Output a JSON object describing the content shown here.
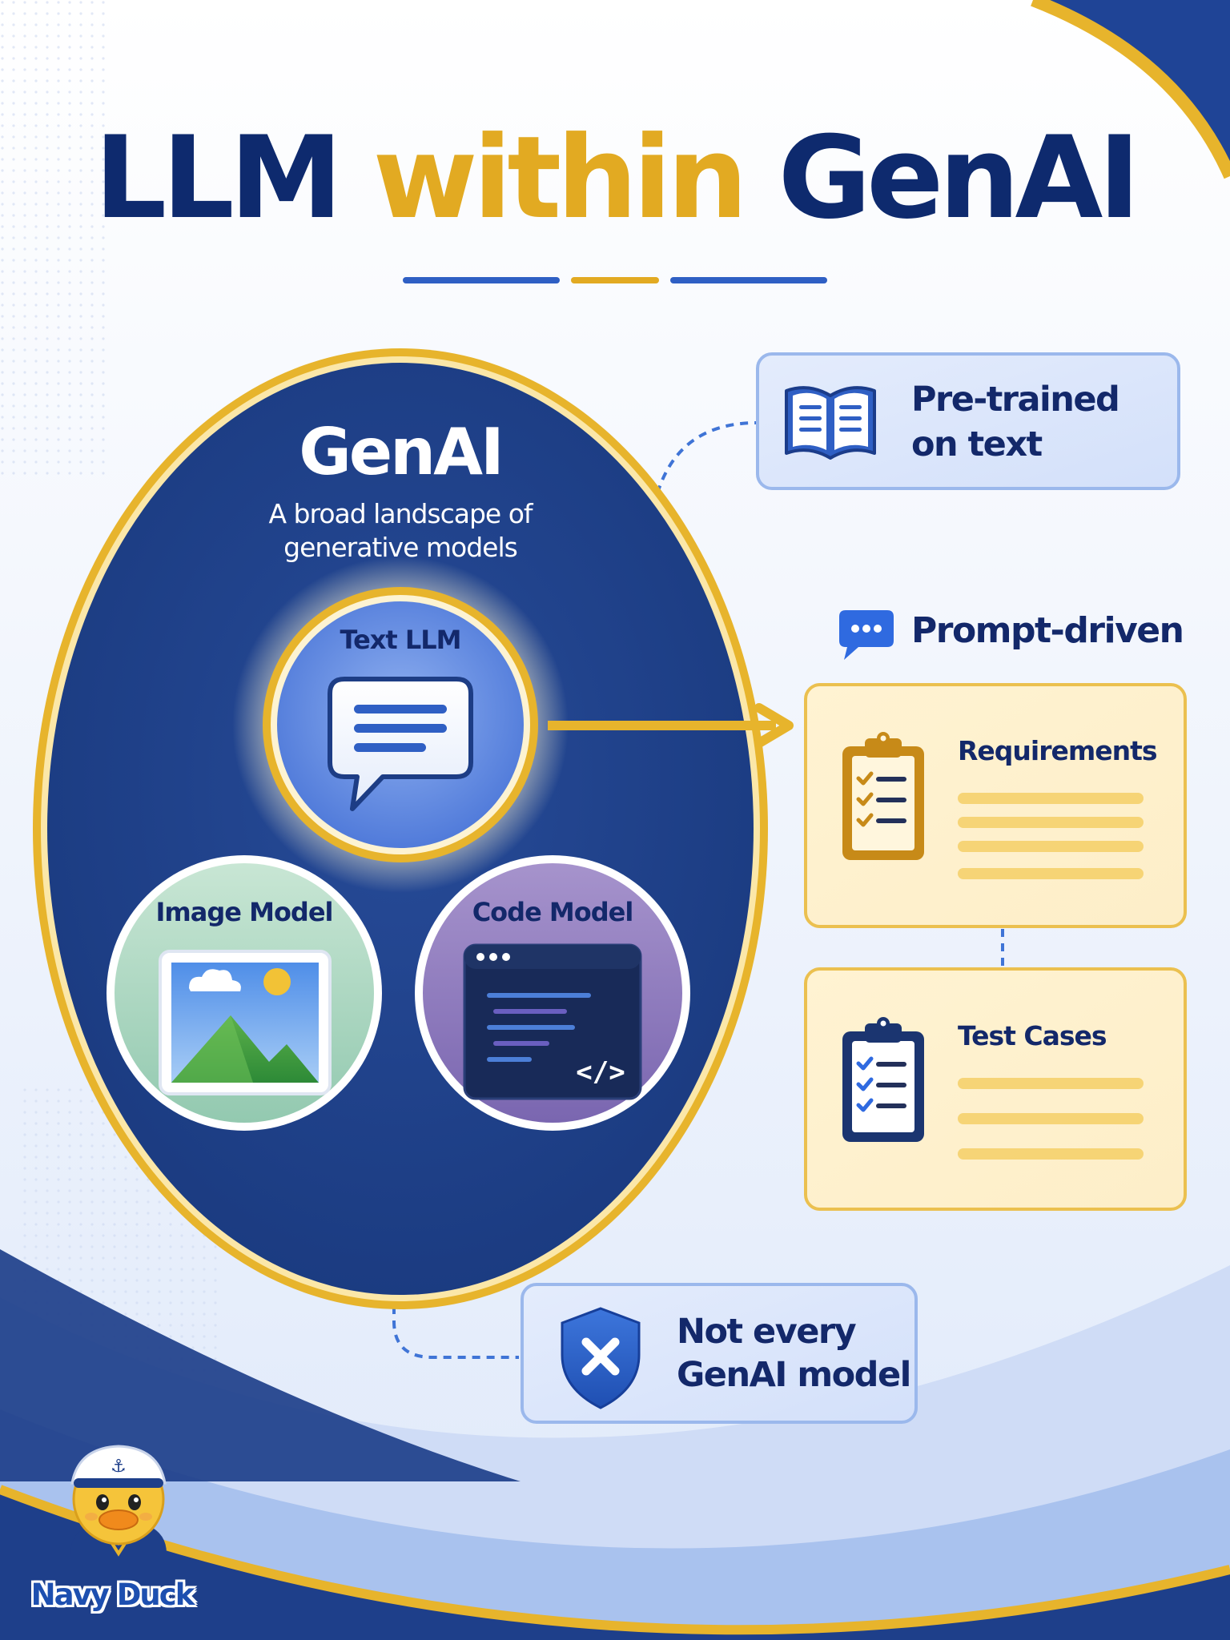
{
  "title": {
    "part1": "LLM ",
    "part2": "within",
    "part3": " GenAI"
  },
  "genai": {
    "title": "GenAI",
    "subtitle_line1": "A broad landscape of",
    "subtitle_line2": "generative models",
    "text_llm_label": "Text LLM",
    "image_model_label": "Image Model",
    "code_model_label": "Code Model"
  },
  "pretrained": {
    "line1": "Pre-trained",
    "line2": "on text"
  },
  "prompt_driven": {
    "label": "Prompt-driven"
  },
  "requirements": {
    "label": "Requirements"
  },
  "test_cases": {
    "label": "Test Cases"
  },
  "not_every": {
    "line1": "Not every",
    "line2": "GenAI model"
  },
  "brand": {
    "name": "Navy Duck"
  },
  "icons": [
    "book-icon",
    "chat-bubble-icon",
    "speech-bubble-icon",
    "clipboard-checklist-icon",
    "image-icon",
    "code-window-icon",
    "shield-x-icon",
    "duck-mascot"
  ],
  "colors": {
    "navy": "#1d3d85",
    "gold": "#e2aa22",
    "title_navy": "#0e2a6e",
    "blue": "#2f5fc4"
  }
}
